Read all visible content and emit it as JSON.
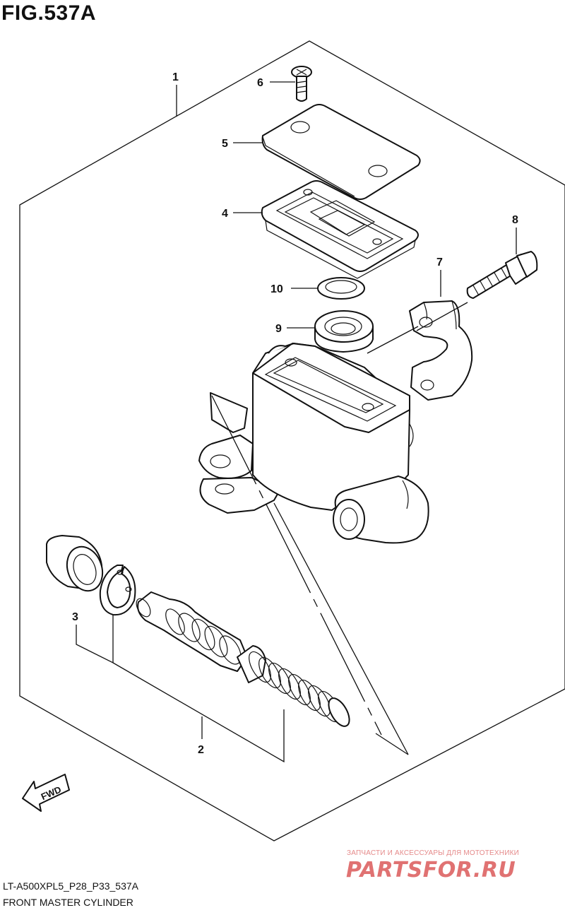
{
  "figure": {
    "title": "FIG.537A",
    "code": "LT-A500XPL5_P28_P33_537A",
    "caption": "FRONT MASTER CYLINDER"
  },
  "callouts": [
    "1",
    "2",
    "3",
    "4",
    "5",
    "6",
    "7",
    "8",
    "9",
    "10"
  ],
  "fwd_label": "FWD",
  "watermark": {
    "line1": "ЗАПЧАСТИ И АКСЕССУАРЫ ДЛЯ МОТОТЕХНИКИ",
    "logo": "PARTSFOR.RU"
  },
  "colors": {
    "line": "#111111",
    "watermark": "#e07272"
  }
}
